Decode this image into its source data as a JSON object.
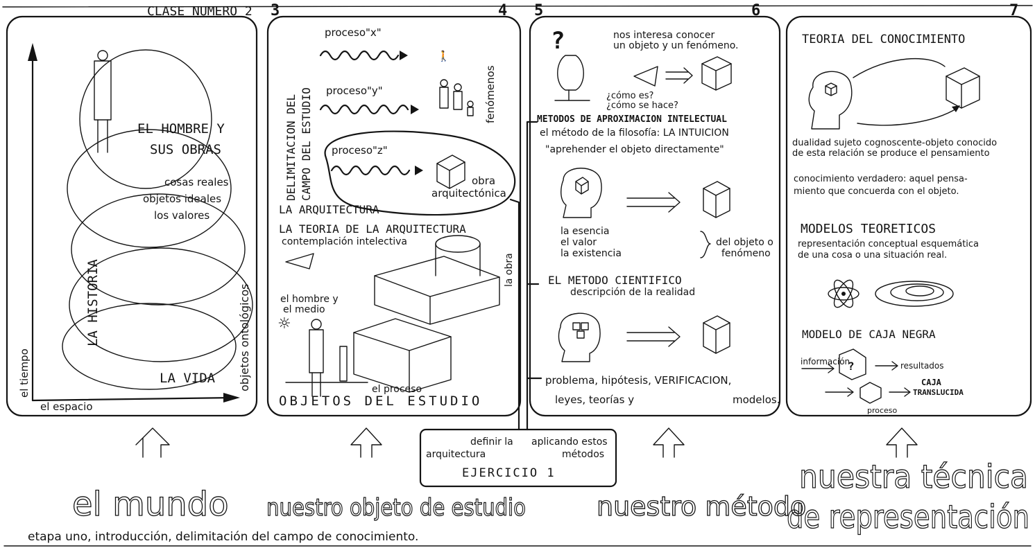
{
  "header": {
    "clase": "CLASE NUMERO 2",
    "num3": "3",
    "num4": "4",
    "num5": "5",
    "num6": "6",
    "num7": "7"
  },
  "panel1": {
    "axis_y": "el tiempo",
    "axis_x": "el espacio",
    "hombre": [
      "EL HOMBRE Y",
      "SUS OBRAS"
    ],
    "cosas": [
      "cosas reales",
      "objetos ideales",
      "los valores"
    ],
    "historia": "LA HISTORIA",
    "ontologicos": "objetos ontológicos",
    "vida": "LA VIDA"
  },
  "panel2": {
    "delimitacion": [
      "DELIMITACION DEL",
      "CAMPO DEL ESTUDIO"
    ],
    "proceso_x": "proceso\"x\"",
    "proceso_y": "proceso\"y\"",
    "proceso_z": "proceso\"z\"",
    "fenomenos": "fenómenos",
    "obra": "obra",
    "arquitectonica": "arquitectónica",
    "la_arquitectura": "LA ARQUITECTURA",
    "teoria": "LA TEORIA DE LA ARQUITECTURA",
    "contemplacion": "contemplación intelectiva",
    "la_obra": "la obra",
    "hombre_medio": [
      "el hombre y",
      "el medio"
    ],
    "el_proceso": "el proceso",
    "objetos": "OBJETOS DEL ESTUDIO"
  },
  "panel3": {
    "interesa": [
      "nos interesa conocer",
      "un objeto y un fenómeno."
    ],
    "como": [
      "¿cómo es?",
      "¿cómo se hace?"
    ],
    "metodos": "METODOS DE APROXIMACION INTELECTUAL",
    "filosofia": "el método de la filosofía: LA INTUICION",
    "aprehender": "\"aprehender el objeto directamente\"",
    "esencia": [
      "la esencia",
      "el valor",
      "la existencia"
    ],
    "del_objeto": [
      "del objeto o",
      "fenómeno"
    ],
    "cientifico": "EL METODO CIENTIFICO",
    "descripcion": "descripción de la realidad",
    "problema": "problema, hipótesis, VERIFICACION,",
    "leyes": "leyes, teorías y",
    "modelos": "modelos."
  },
  "panel4": {
    "teoria": "TEORIA DEL CONOCIMIENTO",
    "dualidad": [
      "dualidad sujeto cognoscente-objeto conocido",
      "de esta relación se produce el pensamiento"
    ],
    "verdadero": [
      "conocimiento verdadero: aquel pensa-",
      "miento que concuerda con el objeto."
    ],
    "modelos": "MODELOS TEORETICOS",
    "representacion": [
      "representación conceptual esquemática",
      "de una cosa o una situación real."
    ],
    "caja_negra": "MODELO DE CAJA NEGRA",
    "informacion": "información",
    "resultados": "resultados",
    "caja_translucida": [
      "CAJA",
      "TRANSLUCIDA"
    ],
    "proceso": "proceso"
  },
  "ejercicio": {
    "definir": [
      "definir la",
      "arquitectura"
    ],
    "aplicando": [
      "aplicando estos",
      "métodos"
    ],
    "titulo": "EJERCICIO 1"
  },
  "bottom": {
    "mundo": "el mundo",
    "objeto": "nuestro objeto de estudio",
    "metodo": "nuestro método",
    "tecnica": [
      "nuestra técnica",
      "de representación"
    ],
    "etapa": "etapa uno, introducción, delimitación del campo de conocimiento."
  }
}
